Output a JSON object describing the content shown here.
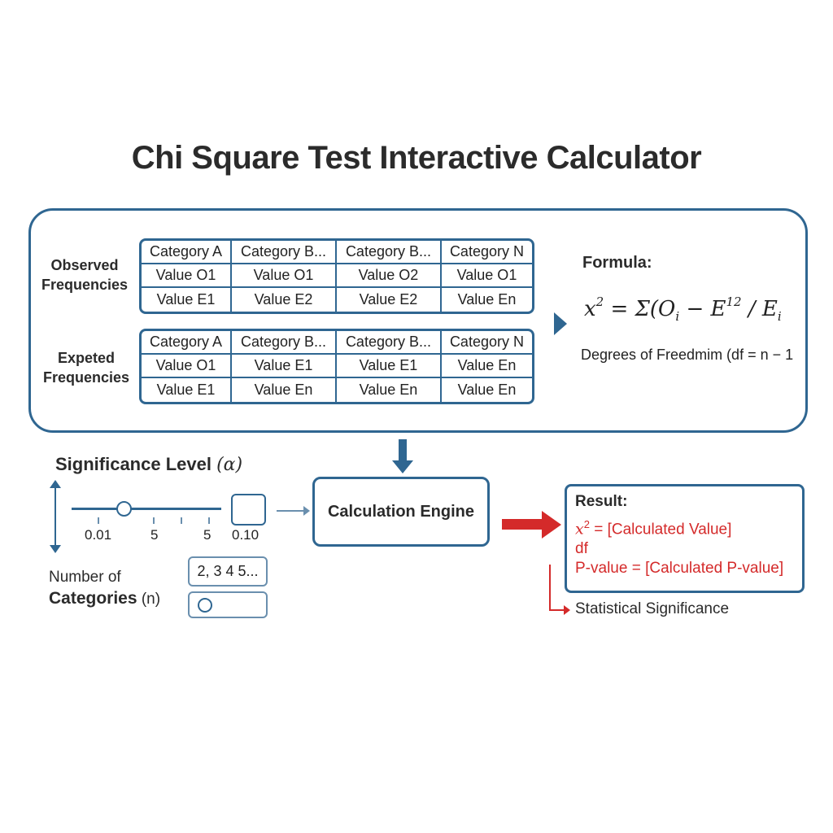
{
  "title": "Chi Square Test Interactive Calculator",
  "observed": {
    "label_line1": "Observed",
    "label_line2": "Frequencies",
    "rows": [
      [
        "Category A",
        "Category B...",
        "Category B...",
        "Category N"
      ],
      [
        "Value O1",
        "Value O1",
        "Value O2",
        "Value O1"
      ],
      [
        "Value E1",
        "Value E2",
        "Value E2",
        "Value En"
      ]
    ]
  },
  "expected": {
    "label_line1": "Expeted",
    "label_line2": "Frequencies",
    "rows": [
      [
        "Category A",
        "Category B...",
        "Category B...",
        "Category N"
      ],
      [
        "Value O1",
        "Value E1",
        "Value E1",
        "Value En"
      ],
      [
        "Value E1",
        "Value En",
        "Value En",
        "Value En"
      ]
    ]
  },
  "formula": {
    "title": "Formula:",
    "chi": "x",
    "chi_exp": "2",
    "mid": " = Σ(O",
    "sub_i": "i",
    "minus_e": " − E",
    "e_exp": "12",
    "div": " / E",
    "sub_i2": "i",
    "dof": "Degrees of Freedmim (df = n − 1"
  },
  "significance": {
    "title": "Significance Level",
    "alpha": "(α)",
    "tick_labels": [
      "0.01",
      "5",
      "5",
      "0.10"
    ],
    "value": 0.35
  },
  "engine": {
    "label": "Calculation Engine"
  },
  "result": {
    "title": "Result:",
    "chi": "x",
    "chi_exp": "2",
    "chi_value": " = [Calculated Value]",
    "df": "df",
    "pvalue": "P-value = [Calculated P-value]",
    "significance": "Statistical Significance"
  },
  "categories": {
    "label_line1": "Number of",
    "label_bold": "Categories",
    "label_paren": "(n)",
    "input_value": "2, 3 4 5..."
  },
  "colors": {
    "primary": "#2f6691",
    "accent_red": "#d42a2a",
    "text": "#2b2b2b"
  }
}
